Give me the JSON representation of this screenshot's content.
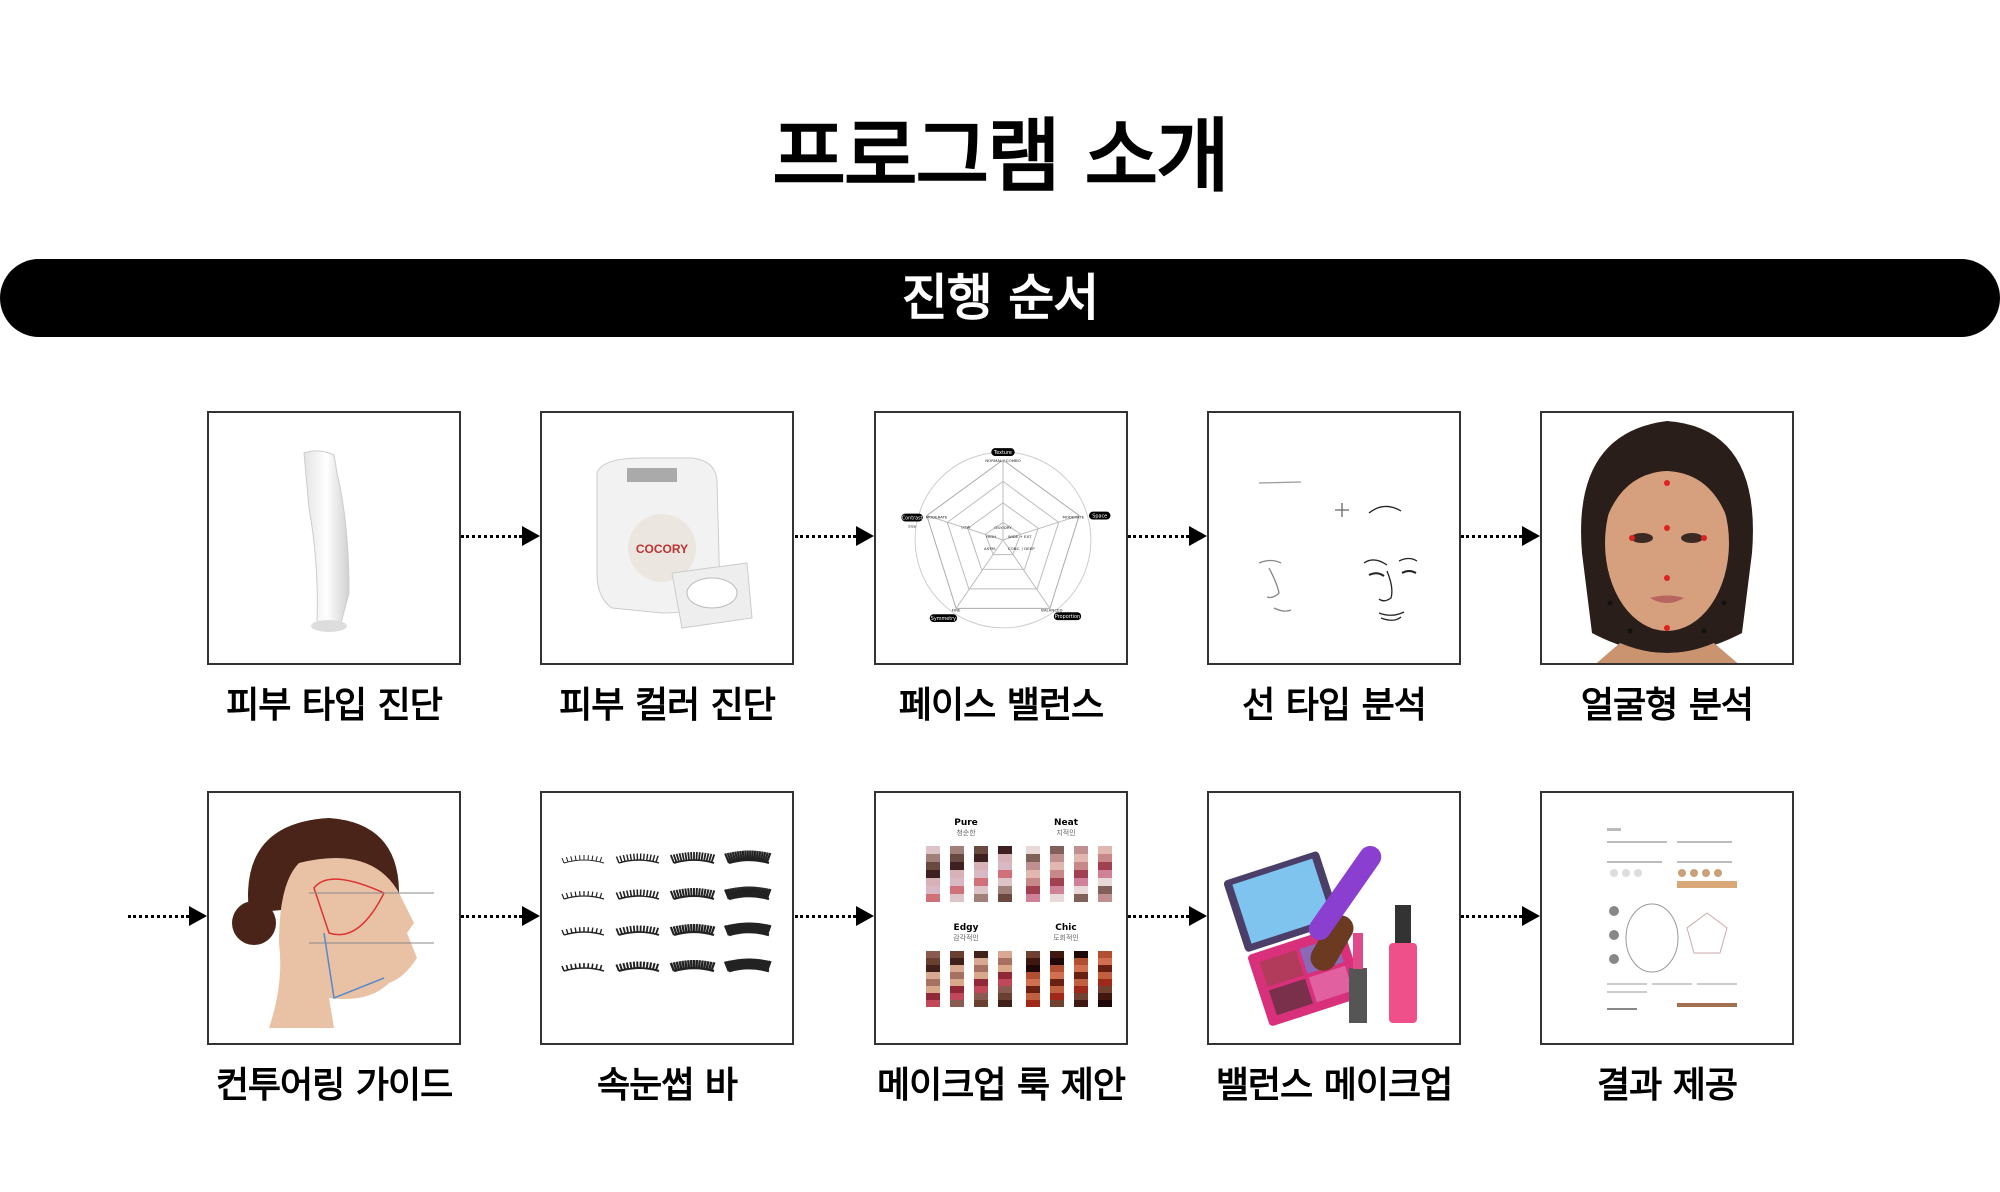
{
  "page_title": "프로그램 소개",
  "section_title": "진행 순서",
  "steps": [
    {
      "label": "피부 타입 진단",
      "icon": "skin-type-device"
    },
    {
      "label": "피부 컬러 진단",
      "icon": "skin-color-device",
      "brand": "COCORY"
    },
    {
      "label": "페이스 밸런스",
      "icon": "radar-chart"
    },
    {
      "label": "선 타입 분석",
      "icon": "face-line-sketch"
    },
    {
      "label": "얼굴형 분석",
      "icon": "face-landmarks-photo"
    },
    {
      "label": "컨투어링 가이드",
      "icon": "contouring-profile"
    },
    {
      "label": "속눈썹 바",
      "icon": "eyelashes"
    },
    {
      "label": "메이크업 룩 제안",
      "icon": "palettes"
    },
    {
      "label": "밸런스 메이크업",
      "icon": "makeup-products"
    },
    {
      "label": "결과 제공",
      "icon": "result-report"
    }
  ],
  "radar": {
    "axes": [
      "Texture",
      "Space",
      "Proportion",
      "Symmetry",
      "Contrast"
    ],
    "axis_sub": "Size",
    "outer_values": [
      "NORMAL / COMBO",
      "MODERATE",
      "BALANCED",
      "FINE",
      "MODERATE"
    ],
    "inner_values": [
      "OILY/DRY",
      "WIDE + EXT",
      "CONC. / DEEP",
      "ASYM.",
      "HIGH",
      "LOW"
    ]
  },
  "palettes": [
    {
      "name": "Pure",
      "sub": "청순한",
      "cols": [
        [
          "#dcc4c8",
          "#a08078",
          "#6a4a40",
          "#3e2020",
          "#d8b0b8",
          "#d8b8c4",
          "#d07078"
        ],
        [
          "#f0d0d0",
          "#a87060",
          "#4a2020",
          "#e8b0b0",
          "#e0a0a0",
          "#f0a0a0",
          "#e88080"
        ],
        [
          "#ecd0b0",
          "#d0a070",
          "#6a4020",
          "#c09070",
          "#f0c0a0",
          "#f0d0b0",
          "#e07868"
        ],
        [
          "#e8c8b0",
          "#a06050",
          "#704030",
          "#e0a088",
          "#f0c8b0",
          "#e89888",
          "#e88878"
        ]
      ]
    },
    {
      "name": "Neat",
      "sub": "지적인",
      "cols": [
        [
          "#e8d8d8",
          "#806058",
          "#c09090",
          "#e0b8b0",
          "#c88888",
          "#a04050",
          "#d08098"
        ],
        " "
      ],
      "extra": true
    },
    {
      "name": "Edgy",
      "sub": "감각적인"
    },
    {
      "name": "Chic",
      "sub": "도회적인"
    }
  ],
  "colors": {
    "accent_black": "#000000",
    "text_white": "#ffffff"
  }
}
